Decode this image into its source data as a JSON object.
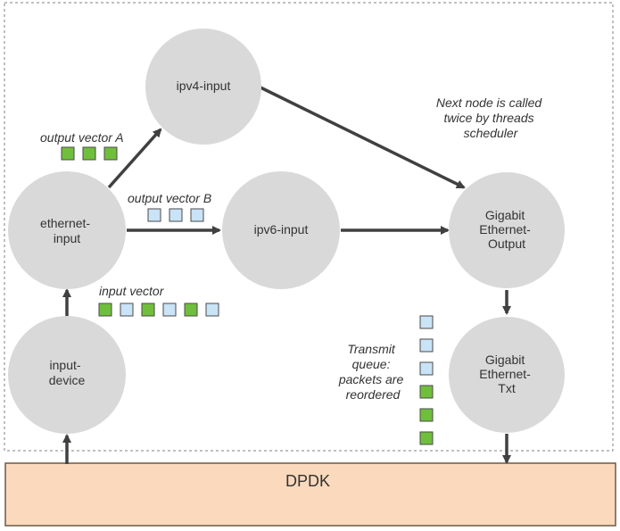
{
  "colors": {
    "node_fill": "#d9d9d9",
    "arrow": "#404040",
    "frame": "#808080",
    "dpdk_fill": "#fbd9bc",
    "dpdk_stroke": "#6d5a46",
    "packet_green": "#70bf3c",
    "packet_blue": "#c9e3f7",
    "packet_stroke": "#4a4a4a"
  },
  "nodes": {
    "ipv4_input": [
      "ipv4-input"
    ],
    "ethernet_input": [
      "ethernet-",
      "input"
    ],
    "ipv6_input": [
      "ipv6-input"
    ],
    "gigabit_ethernet_output": [
      "Gigabit",
      "Ethernet-",
      "Output"
    ],
    "input_device": [
      "input-",
      "device"
    ],
    "gigabit_ethernet_txt": [
      "Gigabit",
      "Ethernet-",
      "Txt"
    ]
  },
  "labels": {
    "output_vector_a": "output vector A",
    "output_vector_b": "output vector B",
    "input_vector": "input vector"
  },
  "vectors": {
    "output_vector_a": [
      "green",
      "green",
      "green"
    ],
    "output_vector_b": [
      "blue",
      "blue",
      "blue"
    ],
    "input_vector": [
      "green",
      "blue",
      "green",
      "blue",
      "green",
      "blue"
    ],
    "transmit_queue": [
      "blue",
      "blue",
      "blue",
      "green",
      "green",
      "green"
    ]
  },
  "notes": {
    "scheduler": [
      "Next node is called",
      "twice by threads",
      "scheduler"
    ],
    "transmit_queue": [
      "Transmit",
      "queue:",
      "packets are",
      "reordered"
    ]
  },
  "dpdk": {
    "label": "DPDK"
  }
}
